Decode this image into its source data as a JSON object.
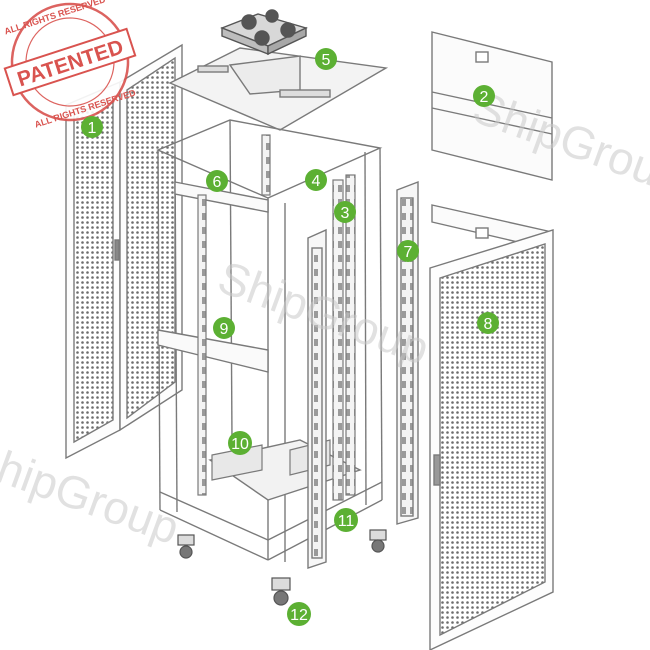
{
  "stamp": {
    "main": "PATENTED",
    "ring_top": "ALL RIGHTS RESERVED",
    "ring_bottom": "ALL RIGHTS RESERVED"
  },
  "watermarks": [
    "ShipGroup",
    "ShipGroup",
    "hipGroup"
  ],
  "callouts": [
    "1",
    "2",
    "3",
    "4",
    "5",
    "6",
    "7",
    "8",
    "9",
    "10",
    "11",
    "12"
  ],
  "colors": {
    "callout": "#5cb033",
    "line": "#7a7a7a",
    "stamp": "#d9534f"
  }
}
